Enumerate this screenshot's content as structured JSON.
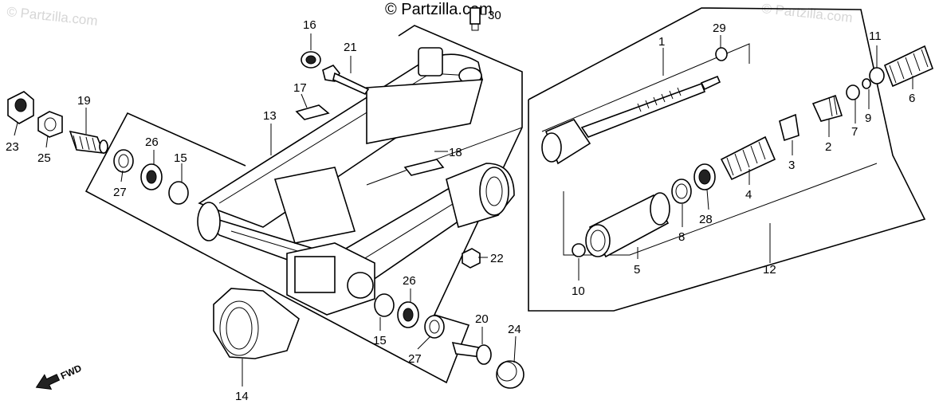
{
  "watermarks": {
    "left": "© Partzilla.com",
    "right": "© Partzilla.com",
    "center": "© Partzilla.com"
  },
  "direction": {
    "fwd": "FWD"
  },
  "callouts": [
    {
      "id": "c1",
      "text": "1"
    },
    {
      "id": "c2",
      "text": "2"
    },
    {
      "id": "c3",
      "text": "3"
    },
    {
      "id": "c4",
      "text": "4"
    },
    {
      "id": "c5",
      "text": "5"
    },
    {
      "id": "c6",
      "text": "6"
    },
    {
      "id": "c7",
      "text": "7"
    },
    {
      "id": "c8",
      "text": "8"
    },
    {
      "id": "c9",
      "text": "9"
    },
    {
      "id": "c10",
      "text": "10"
    },
    {
      "id": "c11",
      "text": "11"
    },
    {
      "id": "c12",
      "text": "12"
    },
    {
      "id": "c13",
      "text": "13"
    },
    {
      "id": "c14",
      "text": "14"
    },
    {
      "id": "c15a",
      "text": "15"
    },
    {
      "id": "c15b",
      "text": "15"
    },
    {
      "id": "c16",
      "text": "16"
    },
    {
      "id": "c17",
      "text": "17"
    },
    {
      "id": "c18",
      "text": "18"
    },
    {
      "id": "c19",
      "text": "19"
    },
    {
      "id": "c20",
      "text": "20"
    },
    {
      "id": "c21",
      "text": "21"
    },
    {
      "id": "c22",
      "text": "22"
    },
    {
      "id": "c23",
      "text": "23"
    },
    {
      "id": "c24",
      "text": "24"
    },
    {
      "id": "c25",
      "text": "25"
    },
    {
      "id": "c26a",
      "text": "26"
    },
    {
      "id": "c26b",
      "text": "26"
    },
    {
      "id": "c27a",
      "text": "27"
    },
    {
      "id": "c27b",
      "text": "27"
    },
    {
      "id": "c28",
      "text": "28"
    },
    {
      "id": "c29",
      "text": "29"
    },
    {
      "id": "c30",
      "text": "30"
    }
  ]
}
